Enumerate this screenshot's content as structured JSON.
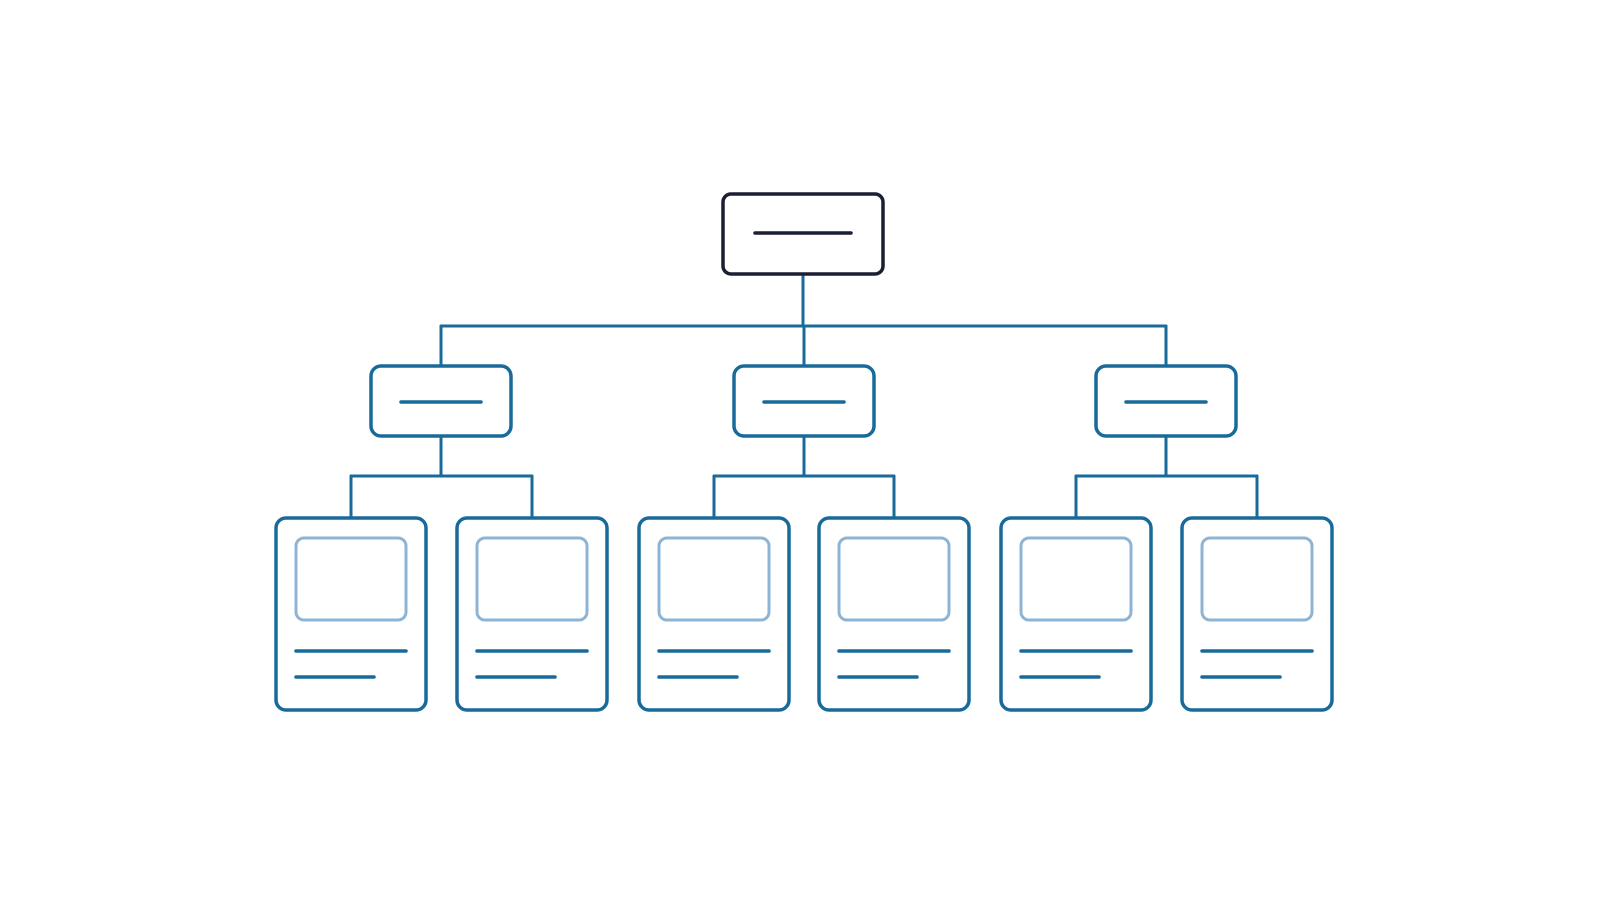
{
  "diagram": {
    "type": "hierarchy-tree",
    "background_color": "#ffffff",
    "colors": {
      "root_stroke": "#1b1f33",
      "primary_stroke": "#186a9a",
      "image_placeholder_stroke": "#8fb4d3"
    },
    "root": {
      "label_lines": 1,
      "children": [
        {
          "label_lines": 1,
          "children": [
            {
              "kind": "card",
              "text_lines": 2
            },
            {
              "kind": "card",
              "text_lines": 2
            }
          ]
        },
        {
          "label_lines": 1,
          "children": [
            {
              "kind": "card",
              "text_lines": 2
            },
            {
              "kind": "card",
              "text_lines": 2
            }
          ]
        },
        {
          "label_lines": 1,
          "children": [
            {
              "kind": "card",
              "text_lines": 2
            },
            {
              "kind": "card",
              "text_lines": 2
            }
          ]
        }
      ]
    },
    "icons": {
      "card_image": "image-placeholder-icon"
    }
  }
}
